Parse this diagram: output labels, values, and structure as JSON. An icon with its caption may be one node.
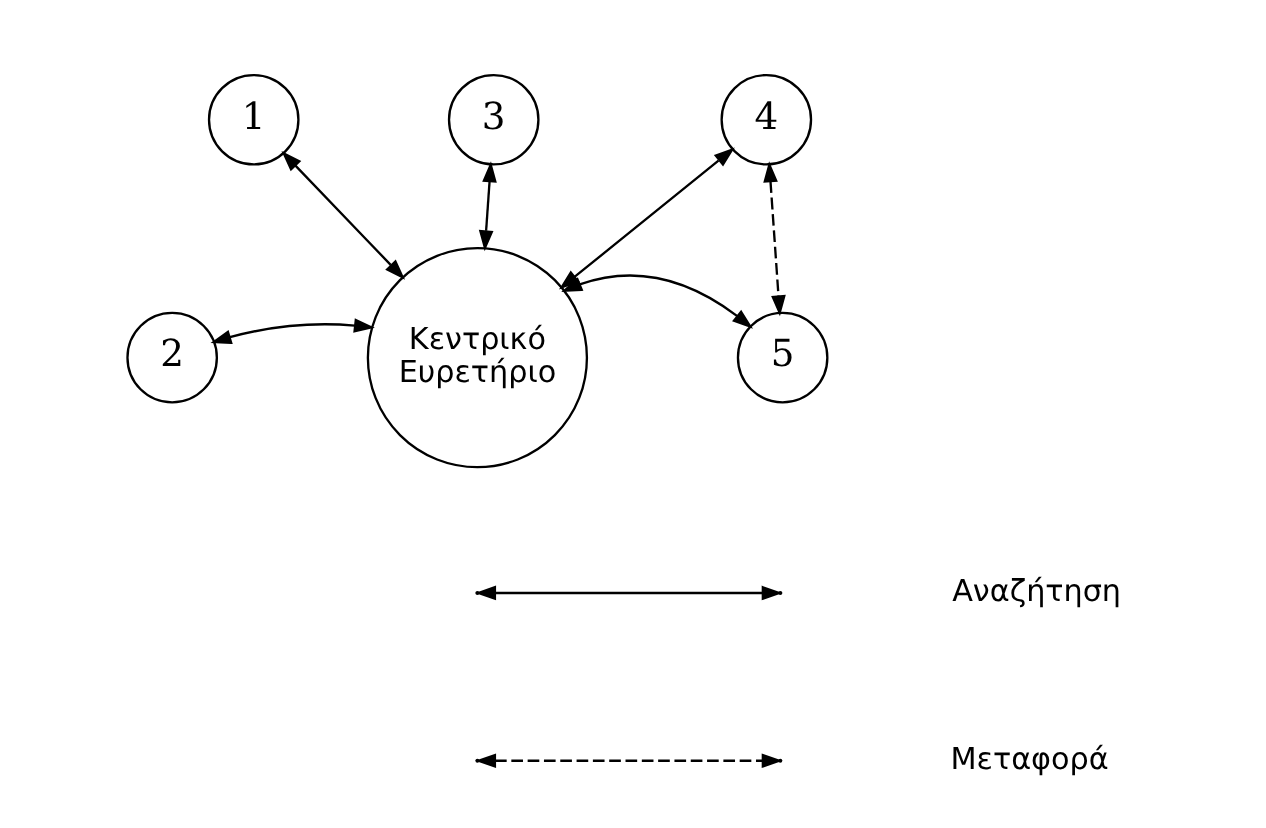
{
  "diagram": {
    "nodes": [
      {
        "text": [
          "1"
        ]
      },
      {
        "text": [
          "4"
        ]
      },
      {
        "text": [
          "Κεντρικό Ευρετήριο"
        ]
      },
      {
        "text": [
          "5"
        ]
      },
      {
        "text": [
          "2"
        ]
      },
      {
        "text": [
          "3"
        ]
      }
    ],
    "edges": [
      {
        "from": 0,
        "to": 2,
        "arrow": "both"
      },
      {
        "from": 1,
        "to": 2,
        "arrow": "both"
      },
      {
        "from": 2,
        "to": 3,
        "arrow": "both"
      },
      {
        "from": 4,
        "to": 2,
        "arrow": "both"
      },
      {
        "from": 5,
        "to": 2,
        "arrow": "both"
      },
      {
        "from": 1,
        "to": 3,
        "arrow": "both",
        "style": "dashed"
      }
    ],
    "legend": [
      {
        "text": "Αναζήτηση"
      },
      {
        "text": "Μεταφορά"
      }
    ]
  }
}
